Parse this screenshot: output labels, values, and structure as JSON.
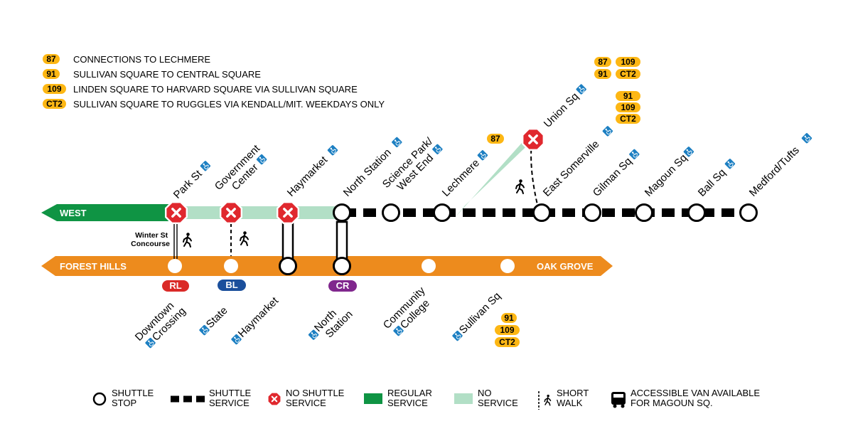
{
  "route_legend": [
    {
      "badge": "87",
      "text": "CONNECTIONS TO LECHMERE"
    },
    {
      "badge": "91",
      "text": "SULLIVAN SQUARE TO CENTRAL SQUARE"
    },
    {
      "badge": "109",
      "text": "LINDEN SQUARE TO HARVARD SQUARE VIA SULLIVAN SQUARE"
    },
    {
      "badge": "CT2",
      "text": "SULLIVAN SQUARE TO RUGGLES VIA KENDALL/MIT. WEEKDAYS ONLY"
    }
  ],
  "green_line": {
    "direction_label": "WEST",
    "stations": [
      {
        "name": "Park St",
        "accessible": true,
        "status": "no-shuttle-service"
      },
      {
        "name": "Government Center",
        "accessible": true,
        "status": "no-shuttle-service"
      },
      {
        "name": "Haymarket",
        "accessible": true,
        "status": "no-shuttle-service"
      },
      {
        "name": "North Station",
        "accessible": true,
        "status": "shuttle-stop"
      },
      {
        "name": "Science Park/ West End",
        "accessible": true,
        "status": "shuttle-stop"
      },
      {
        "name": "Lechmere",
        "accessible": true,
        "status": "shuttle-stop",
        "bus": [
          "87"
        ]
      },
      {
        "name": "Union Sq",
        "accessible": true,
        "status": "no-shuttle-service",
        "bus": [
          "87",
          "109",
          "91",
          "CT2"
        ]
      },
      {
        "name": "East Somerville",
        "accessible": true,
        "status": "shuttle-stop",
        "bus": [
          "91",
          "109",
          "CT2"
        ]
      },
      {
        "name": "Gilman Sq",
        "accessible": true,
        "status": "shuttle-stop"
      },
      {
        "name": "Magoun Sq",
        "accessible": true,
        "status": "shuttle-stop"
      },
      {
        "name": "Ball Sq",
        "accessible": true,
        "status": "shuttle-stop"
      },
      {
        "name": "Medford/Tufts",
        "accessible": true,
        "status": "shuttle-stop"
      }
    ]
  },
  "orange_line": {
    "left_label": "FOREST HILLS",
    "right_label": "OAK GROVE",
    "stations": [
      {
        "name": "Downtown Crossing",
        "accessible": true,
        "transfer": "RL"
      },
      {
        "name": "State",
        "accessible": true,
        "transfer": "BL"
      },
      {
        "name": "Haymarket",
        "accessible": true
      },
      {
        "name": "North Station",
        "accessible": true,
        "transfer": "CR"
      },
      {
        "name": "Community College",
        "accessible": true
      },
      {
        "name": "Sullivan Sq",
        "accessible": true,
        "bus": [
          "91",
          "109",
          "CT2"
        ]
      }
    ]
  },
  "transfer_badges": {
    "rl": "RL",
    "bl": "BL",
    "cr": "CR"
  },
  "walk_note": "Winter St Concourse",
  "colors": {
    "green": "#0f9444",
    "no_service": "#b2dfc6",
    "orange": "#ed8b1d",
    "red_x": "#e0282e",
    "bus_yellow": "#fdb714",
    "red_line": "#da2a27",
    "blue_line": "#1b4f9c",
    "commuter_rail": "#80278d",
    "accessible_blue": "#1c7fc2"
  },
  "legend": {
    "shuttle_stop": "SHUTTLE STOP",
    "shuttle_service": "SHUTTLE SERVICE",
    "no_shuttle_service": "NO SHUTTLE SERVICE",
    "regular_service": "REGULAR SERVICE",
    "no_service": "NO SERVICE",
    "short_walk": "SHORT WALK",
    "accessible_van": "ACCESSIBLE VAN AVAILABLE FOR MAGOUN SQ."
  }
}
